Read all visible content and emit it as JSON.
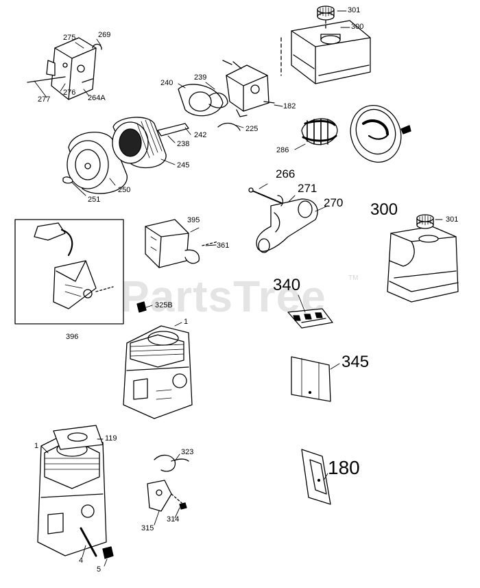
{
  "watermark": {
    "text": "PartsTree",
    "tm": "TM"
  },
  "labels": {
    "p301a": "301",
    "p300a": "300",
    "p275": "275",
    "p269": "269",
    "p240": "240",
    "p239": "239",
    "p277": "277",
    "p276": "276",
    "p264a": "264A",
    "p182": "182",
    "p242": "242",
    "p225": "225",
    "p238": "238",
    "p286": "286",
    "p245": "245",
    "p250": "250",
    "p251": "251",
    "p266": "266",
    "p271": "271",
    "p270": "270",
    "p300b": "300",
    "p301b": "301",
    "p395": "395",
    "p361": "361",
    "p340": "340",
    "p325b": "325B",
    "p396": "396",
    "p1a": "1",
    "p345": "345",
    "p119": "119",
    "p1b": "1",
    "p323": "323",
    "p180": "180",
    "p315": "315",
    "p314": "314",
    "p4": "4",
    "p5": "5"
  }
}
